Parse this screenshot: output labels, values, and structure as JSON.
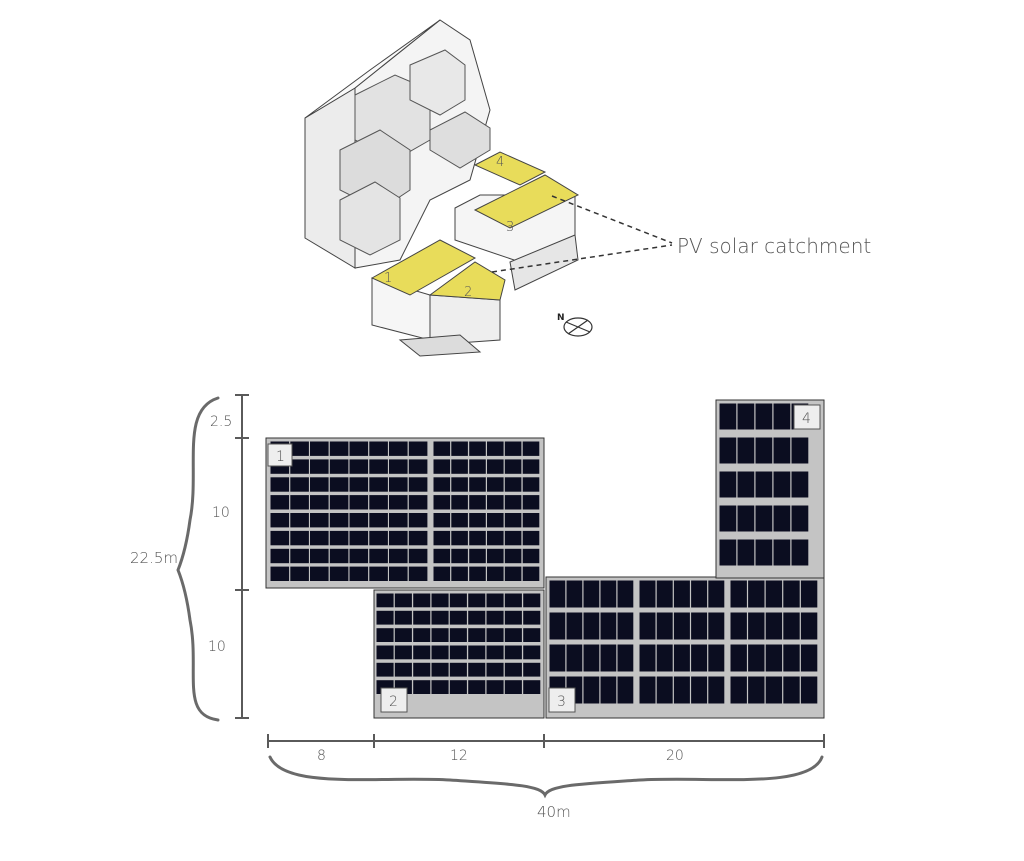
{
  "isometric": {
    "callout": "PV solar catchment",
    "north": "N",
    "block_numbers": [
      "1",
      "2",
      "3",
      "4"
    ]
  },
  "plan": {
    "block_labels": [
      "1",
      "2",
      "3",
      "4"
    ],
    "vertical_dims": [
      "2.5",
      "10",
      "10"
    ],
    "vertical_total": "22.5m",
    "horizontal_dims": [
      "8",
      "12",
      "20"
    ],
    "horizontal_total": "40m"
  },
  "colors": {
    "pv_yellow": "#e8dc5a",
    "panel_dark": "#0b0d20",
    "panel_frame": "#c4c4c4",
    "massing_white": "#f2f2f2",
    "line_gray": "#5a5a5a"
  }
}
